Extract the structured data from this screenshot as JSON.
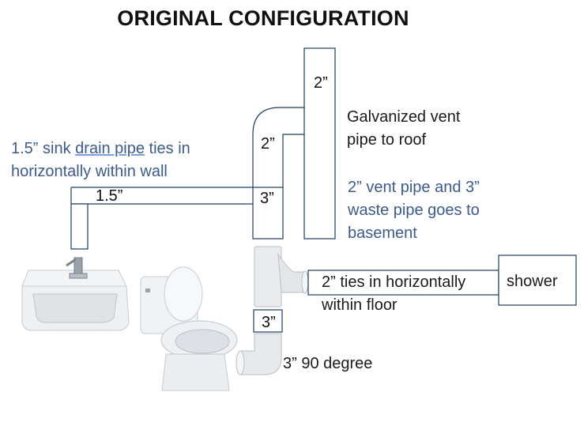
{
  "title": "ORIGINAL CONFIGURATION",
  "labels": {
    "vent_top_size": "2”",
    "vent_offset_size": "2”",
    "stack_size": "3”",
    "sink_branch_size": "1.5”",
    "closet_size": "3”",
    "galvanized_line1": "Galvanized vent",
    "galvanized_line2": "pipe to roof",
    "sink_note_pre": "1.5” sink ",
    "sink_note_link": "drain pipe",
    "sink_note_post": " ties in",
    "sink_note_line2": "horizontally  within wall",
    "basement_line1": "2” vent pipe and 3”",
    "basement_line2": "waste pipe goes to",
    "basement_line3": "basement",
    "floor_line1": "2” ties in horizontally",
    "floor_line2": "within floor",
    "shower": "shower",
    "elbow_label": "3” 90 degree"
  },
  "colors": {
    "pipe_outline": "#1f3d66",
    "note_text": "#3b5b8f",
    "fitting": "#e9ecee"
  }
}
